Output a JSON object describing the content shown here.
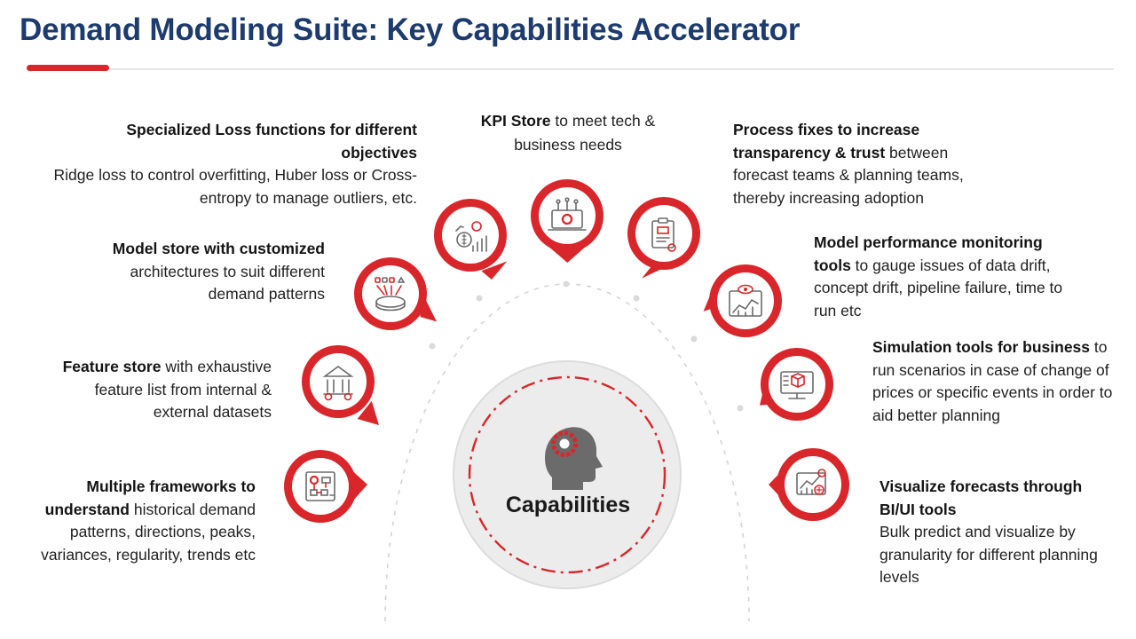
{
  "header": {
    "title": "Demand Modeling Suite: Key Capabilities Accelerator"
  },
  "colors": {
    "title": "#1d3b6e",
    "accent": "#d9262a",
    "icon_gray": "#6b6b6b",
    "hub_fill": "#ececec"
  },
  "hub": {
    "label": "Capabilities",
    "icon": "gear-head-icon"
  },
  "capabilities": [
    {
      "icon": "loss-functions-icon",
      "bold": "Specialized Loss functions for different objectives",
      "rest": "Ridge loss to control overfitting, Huber loss or Cross-entropy to manage outliers, etc."
    },
    {
      "icon": "kpi-store-icon",
      "bold": "KPI Store",
      "rest": " to meet tech & business needs"
    },
    {
      "icon": "process-fixes-icon",
      "bold": "Process fixes to increase transparency & trust",
      "rest": " between forecast teams & planning teams, thereby increasing adoption"
    },
    {
      "icon": "model-store-icon",
      "bold": "Model store with customized",
      "rest": " architectures to suit different demand patterns"
    },
    {
      "icon": "monitoring-icon",
      "bold": "Model performance monitoring tools",
      "rest": " to gauge issues of data drift, concept drift, pipeline failure, time to run etc"
    },
    {
      "icon": "feature-store-icon",
      "bold": "Feature store",
      "rest": " with exhaustive feature list from internal & external datasets"
    },
    {
      "icon": "simulation-icon",
      "bold": "Simulation tools for business",
      "rest": " to run scenarios in case of change of prices or specific events in order to aid better planning"
    },
    {
      "icon": "frameworks-icon",
      "bold": "Multiple frameworks to understand",
      "rest": " historical demand patterns, directions, peaks, variances, regularity, trends etc"
    },
    {
      "icon": "visualize-icon",
      "bold": "Visualize forecasts through BI/UI tools",
      "rest": "Bulk predict and visualize by granularity for different planning levels"
    }
  ]
}
